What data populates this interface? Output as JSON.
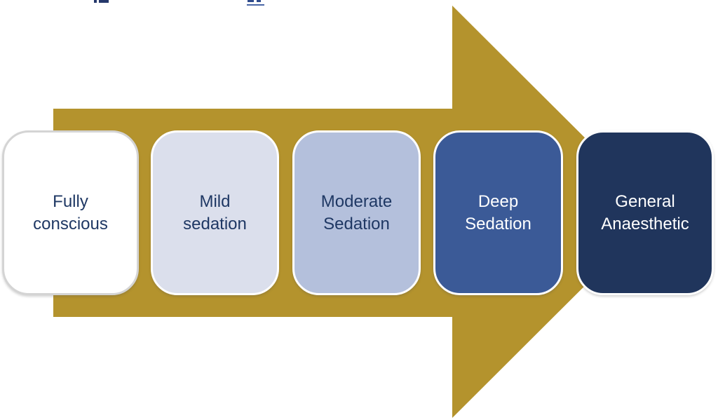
{
  "page": {
    "background_color": "#ffffff"
  },
  "header_fragments": {
    "fragment1": {
      "description": "tiny cut-off dark text sliver at top edge",
      "color": "#25386B"
    },
    "fragment2": {
      "description": "tiny cut-off underlined hyperlink sliver at top edge",
      "color": "#2F4B8C",
      "underline_color": "#4A66A6"
    }
  },
  "diagram": {
    "type": "process-arrow",
    "direction": "right",
    "arrow_color": "#B4932D",
    "text_dark": "#1F3864",
    "text_light": "#FFFFFF",
    "stages": [
      {
        "label": "Fully conscious",
        "lines": [
          "Fully",
          "conscious"
        ],
        "bg_color": "#FFFFFF",
        "text_color": "#1F3864",
        "border_color": "#D4D4D4"
      },
      {
        "label": "Mild sedation",
        "lines": [
          "Mild",
          "sedation"
        ],
        "bg_color": "#DBDFEC",
        "text_color": "#1F3864",
        "border_color": "#FFFFFF"
      },
      {
        "label": "Moderate Sedation",
        "lines": [
          "Moderate",
          "Sedation"
        ],
        "bg_color": "#B4C0DC",
        "text_color": "#1F3864",
        "border_color": "#FFFFFF"
      },
      {
        "label": "Deep Sedation",
        "lines": [
          "Deep",
          "Sedation"
        ],
        "bg_color": "#3B5A97",
        "text_color": "#FFFFFF",
        "border_color": "#FFFFFF"
      },
      {
        "label": "General Anaesthetic",
        "lines": [
          "General",
          "Anaesthetic"
        ],
        "bg_color": "#20355C",
        "text_color": "#FFFFFF",
        "border_color": "#FFFFFF"
      }
    ]
  }
}
